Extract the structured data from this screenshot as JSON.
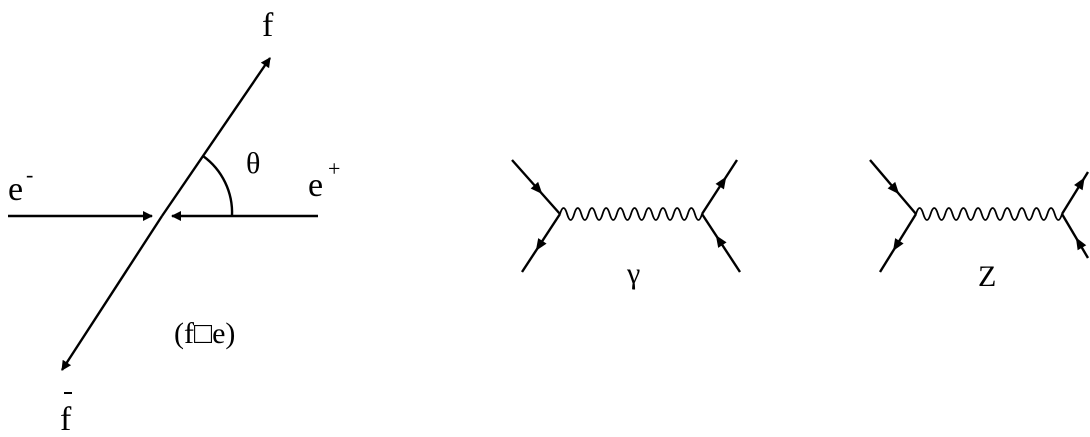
{
  "scattering": {
    "label_f": "f",
    "label_fbar": "f",
    "label_theta": "θ",
    "label_electron": "e",
    "label_electron_charge": "-",
    "label_positron": "e",
    "label_positron_charge": "+",
    "label_condition": "(f□e)"
  },
  "feynman": {
    "photon_label": "γ",
    "z_label": "Z"
  }
}
